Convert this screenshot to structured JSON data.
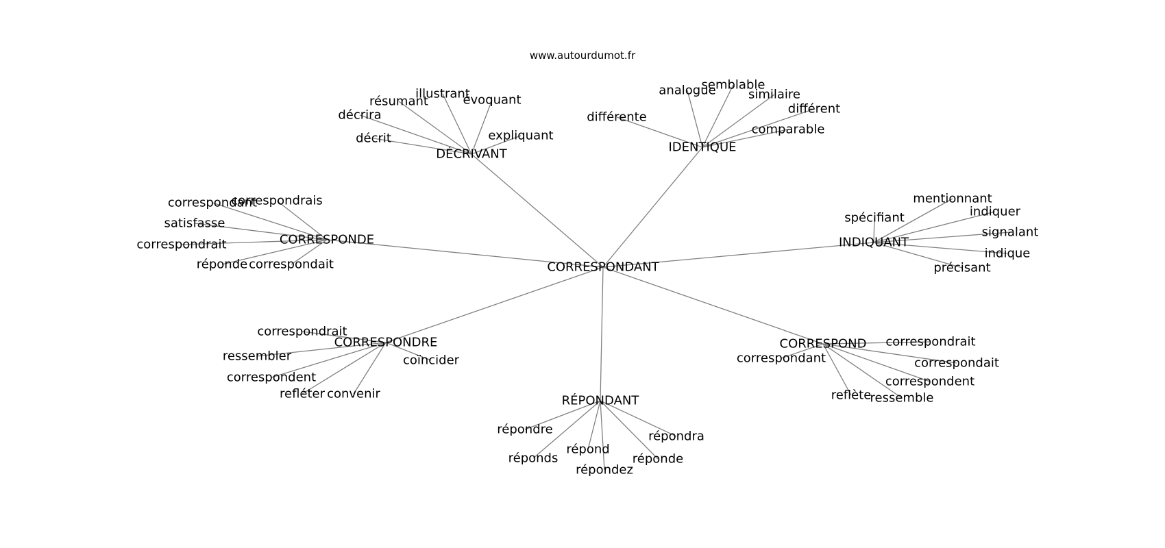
{
  "source": "www.autourdumot.fr",
  "colors": {
    "edge": "#808080",
    "text": "#000000",
    "background": "#ffffff"
  },
  "graph": {
    "center": "CORRESPONDANT",
    "hubs": [
      {
        "id": "decrivant",
        "label": "DÉCRIVANT",
        "leaves": [
          "illustrant",
          "résumant",
          "évoquant",
          "décrira",
          "expliquant",
          "décrit"
        ]
      },
      {
        "id": "identique",
        "label": "IDENTIQUE",
        "leaves": [
          "semblable",
          "analogue",
          "similaire",
          "différent",
          "différente",
          "comparable"
        ]
      },
      {
        "id": "corresponde",
        "label": "CORRESPONDE",
        "leaves": [
          "correspondant",
          "correspondrais",
          "satisfasse",
          "correspondrait",
          "réponde",
          "correspondait"
        ]
      },
      {
        "id": "indiquant",
        "label": "INDIQUANT",
        "leaves": [
          "mentionnant",
          "indiquer",
          "spécifiant",
          "signalant",
          "indique",
          "précisant"
        ]
      },
      {
        "id": "correspondre",
        "label": "CORRESPONDRE",
        "leaves": [
          "correspondrait",
          "ressembler",
          "coïncider",
          "correspondent",
          "refléter",
          "convenir"
        ]
      },
      {
        "id": "correspond",
        "label": "CORRESPOND",
        "leaves": [
          "correspondrait",
          "correspondant",
          "correspondait",
          "correspondent",
          "reflète",
          "ressemble"
        ]
      },
      {
        "id": "repondant",
        "label": "RÉPONDANT",
        "leaves": [
          "répondre",
          "répondra",
          "répond",
          "réponds",
          "réponde",
          "répondez"
        ]
      }
    ]
  }
}
